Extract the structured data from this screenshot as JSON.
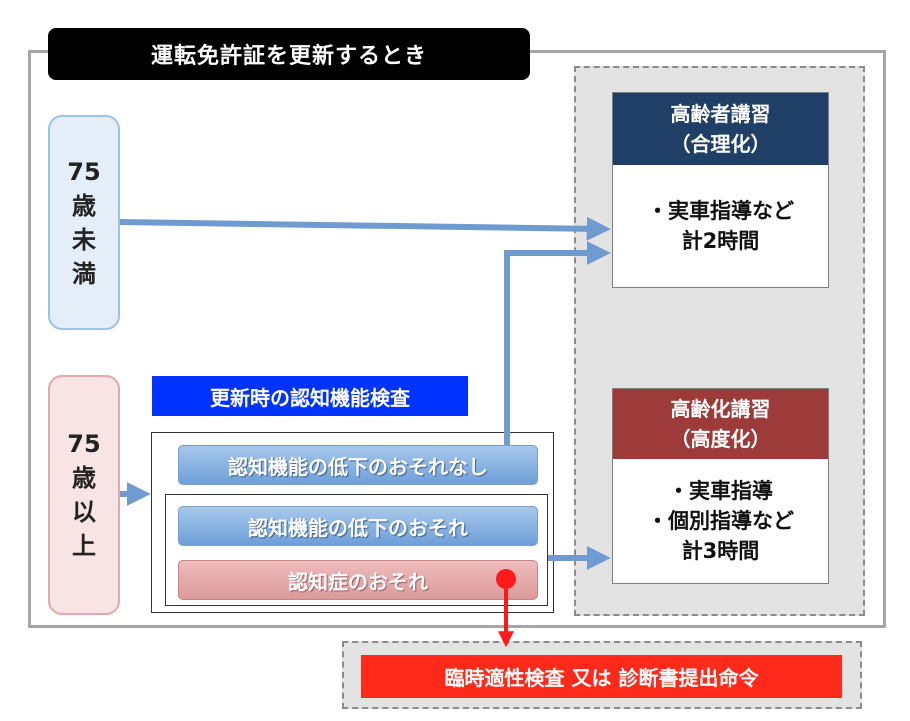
{
  "title": "運転免許証を更新するとき",
  "age_groups": {
    "under": [
      "75",
      "歳",
      "未",
      "満"
    ],
    "over": [
      "75",
      "歳",
      "以",
      "上"
    ]
  },
  "courses": {
    "senior_course": {
      "title": "高齢者講習",
      "subtitle": "（合理化）",
      "line1": "・実車指導など",
      "line2": "計2時間"
    },
    "advanced_course": {
      "title": "高齢化講習",
      "subtitle": "（高度化）",
      "line1": "・実車指導",
      "line2": "・個別指導など",
      "line3": "計3時間"
    }
  },
  "cognitive_test": {
    "label": "更新時の認知機能検査",
    "results": [
      "認知機能の低下のおそれなし",
      "認知機能の低下のおそれ",
      "認知症のおそれ"
    ]
  },
  "order": "臨時適性検査 又は 診断書提出命令",
  "colors": {
    "title_bg": "#000000",
    "senior_head": "#1f3f66",
    "advanced_head": "#9d3b3b",
    "exam_label": "#0033ff",
    "order_bg": "#ff2a1a",
    "arrow_blue": "#6f9bd1",
    "arrow_red": "#ff1a1a"
  }
}
